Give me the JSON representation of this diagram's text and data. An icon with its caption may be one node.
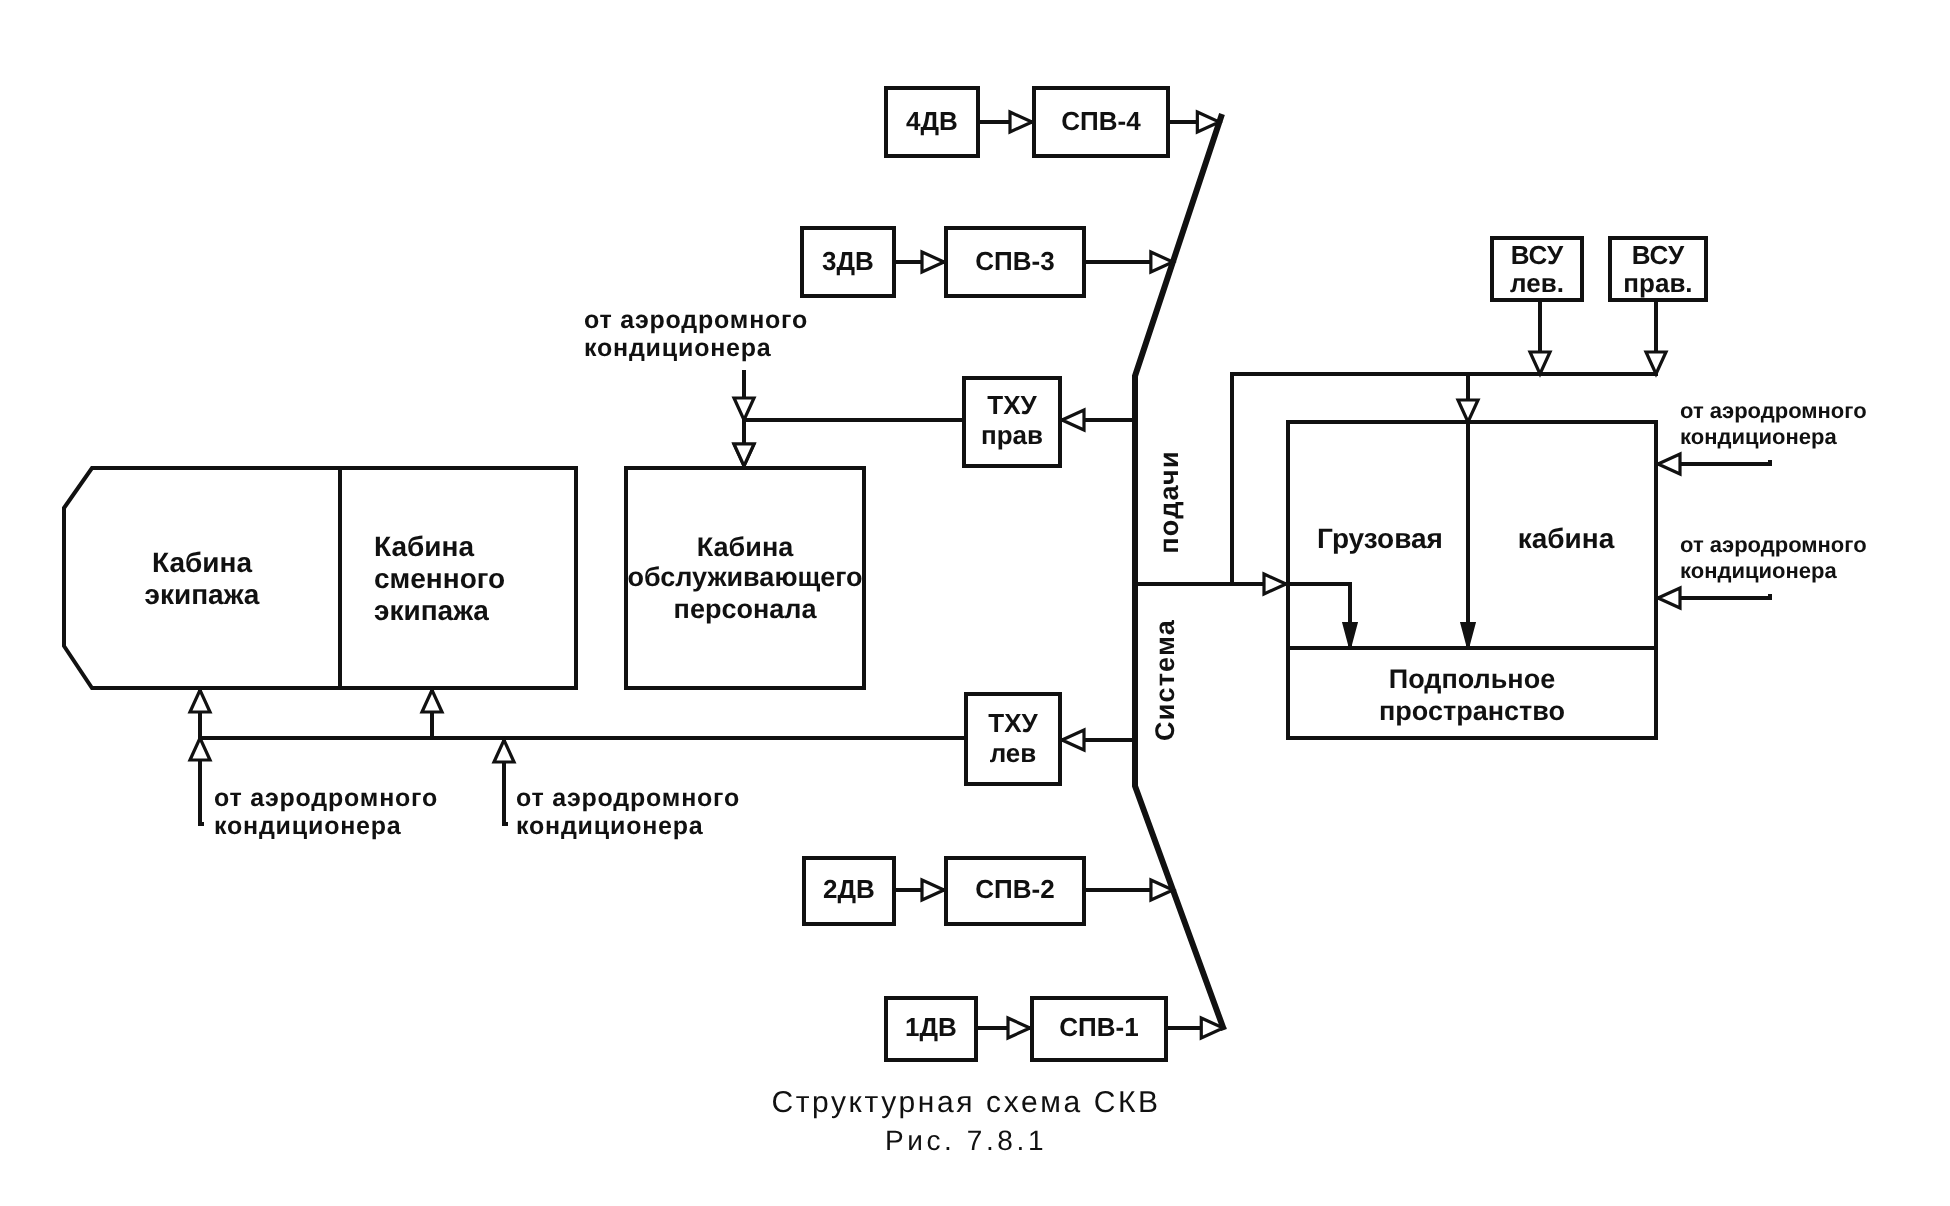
{
  "diagram": {
    "caption": "Структурная схема СКВ",
    "nodes": [
      {
        "text": [
          "4ДВ"
        ]
      },
      {
        "text": [
          "СПВ-4"
        ]
      },
      {
        "text": [
          "3ДВ"
        ]
      },
      {
        "text": [
          "СПВ-3"
        ]
      },
      {
        "text": [
          "ВСУ лев."
        ]
      },
      {
        "text": [
          "ВСУ прав."
        ]
      },
      {
        "text": [
          "от аэродромного кондиционера"
        ]
      },
      {
        "text": [
          "ТХУ прав"
        ]
      },
      {
        "text": [
          "от аэродромного кондиционера"
        ]
      },
      {
        "text": [
          "Кабина экипажа"
        ]
      },
      {
        "text": [
          "Кабина сменного экипажа"
        ]
      },
      {
        "text": [
          "Кабина обслуживающего персонала"
        ]
      },
      {
        "text": [
          "Система",
          "подачи"
        ]
      },
      {
        "text": [
          "Грузовая",
          "кабина"
        ]
      },
      {
        "text": [
          "от аэродромного кондиционера"
        ]
      },
      {
        "text": [
          "Подпольное пространство"
        ],
        "in": 13
      },
      {
        "text": [
          "ТХУ лев"
        ]
      },
      {
        "text": [
          "от аэродромного кондиционера"
        ]
      },
      {
        "text": [
          "от аэродромного кондиционера"
        ]
      },
      {
        "text": [
          "2ДВ"
        ]
      },
      {
        "text": [
          "СПВ-2"
        ]
      },
      {
        "text": [
          "1ДВ"
        ]
      },
      {
        "text": [
          "СПВ-1"
        ]
      }
    ],
    "edges": [
      {
        "from": 0,
        "to": 1,
        "arrow": "to"
      },
      {
        "from": 1,
        "to": 12,
        "arrow": "to"
      },
      {
        "from": 2,
        "to": 3,
        "arrow": "to"
      },
      {
        "from": 3,
        "to": 12,
        "arrow": "to"
      },
      {
        "from": 12,
        "to": 7,
        "arrow": "to"
      },
      {
        "from": 7,
        "to": 11,
        "arrow": "to"
      },
      {
        "from": 6,
        "to": 11,
        "arrow": "to"
      },
      {
        "from": 4,
        "to": 13,
        "arrow": "to"
      },
      {
        "from": 5,
        "to": 13,
        "arrow": "to"
      },
      {
        "from": 4,
        "to": 15,
        "arrow": "to"
      },
      {
        "from": 5,
        "to": 15,
        "arrow": "to"
      },
      {
        "from": 12,
        "to": 13,
        "arrow": "to"
      },
      {
        "from": 12,
        "to": 15,
        "arrow": "to"
      },
      {
        "from": 8,
        "to": 13,
        "arrow": "to"
      },
      {
        "from": 14,
        "to": 13,
        "arrow": "to"
      },
      {
        "from": 12,
        "to": 16,
        "arrow": "to"
      },
      {
        "from": 16,
        "to": 9,
        "arrow": "to"
      },
      {
        "from": 16,
        "to": 10,
        "arrow": "to"
      },
      {
        "from": 17,
        "to": 9,
        "arrow": "to"
      },
      {
        "from": 17,
        "to": 10,
        "arrow": "to"
      },
      {
        "from": 18,
        "to": 9,
        "arrow": "to"
      },
      {
        "from": 18,
        "to": 10,
        "arrow": "to"
      },
      {
        "from": 19,
        "to": 20,
        "arrow": "to"
      },
      {
        "from": 20,
        "to": 12,
        "arrow": "to"
      },
      {
        "from": 21,
        "to": 22,
        "arrow": "to"
      },
      {
        "from": 22,
        "to": 12,
        "arrow": "to"
      }
    ],
    "labels": [
      "Рис. 7.8.1"
    ]
  }
}
